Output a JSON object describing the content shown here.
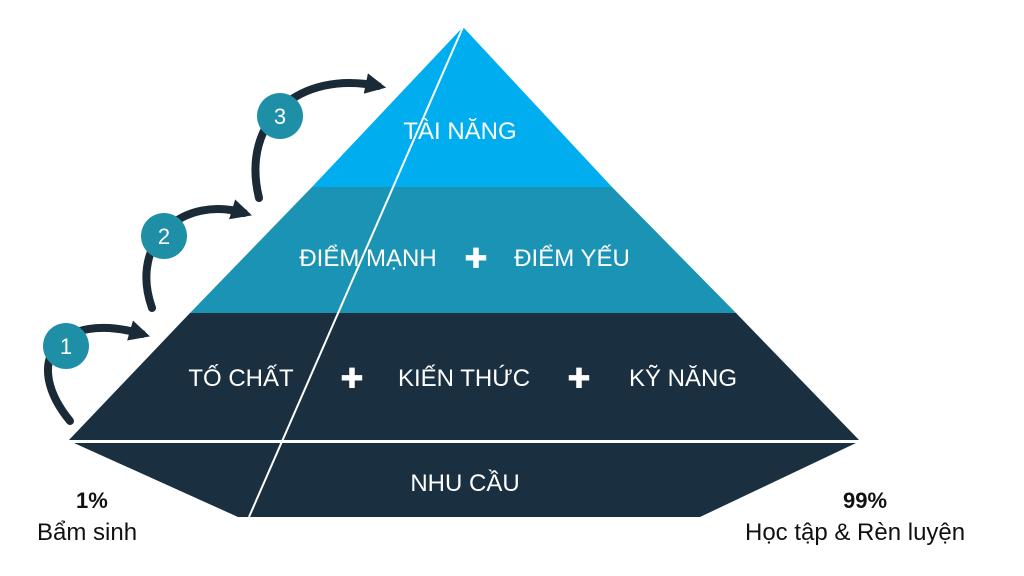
{
  "tiers": {
    "top": {
      "label": "TÀI NĂNG"
    },
    "middle": {
      "left": "ĐIỂM MẠNH",
      "right": "ĐIỂM YẾU"
    },
    "bottom": {
      "left": "TỐ CHẤT",
      "center": "KIẾN THỨC",
      "right": "KỸ NĂNG"
    },
    "base": {
      "label": "NHU CẦU"
    }
  },
  "plus_symbol": "✚",
  "steps": [
    "1",
    "2",
    "3"
  ],
  "left_note": {
    "percent": "1%",
    "caption": "Bẩm sinh"
  },
  "right_note": {
    "percent": "99%",
    "caption": "Học tập & Rèn luyện"
  },
  "colors": {
    "top_tier": "#00AEEF",
    "middle_tier": "#1B93B4",
    "bottom_tier": "#1A3040",
    "step_circle": "#1F8FA8",
    "arrow": "#1A2A36"
  }
}
